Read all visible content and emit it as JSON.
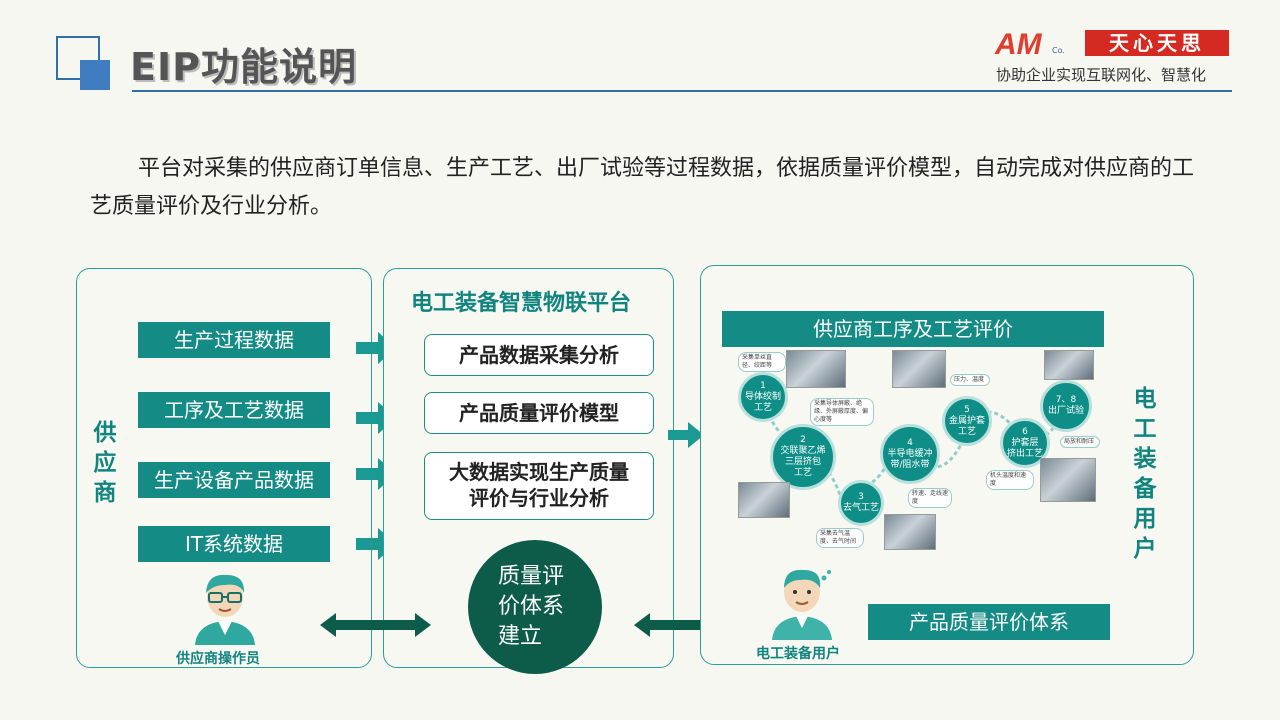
{
  "header": {
    "title": "EIP功能说明",
    "logo_mark": "AM",
    "logo_cn": "天心天思",
    "slogan": "协助企业实现互联网化、智慧化"
  },
  "intro": "平台对采集的供应商订单信息、生产工艺、出厂试验等过程数据，依据质量评价模型，自动完成对供应商的工艺质量评价及行业分析。",
  "supplier_panel": {
    "label": "供应商",
    "items": [
      "生产过程数据",
      "工序及工艺数据",
      "生产设备产品数据",
      "IT系统数据"
    ],
    "person_caption": "供应商操作员"
  },
  "platform_panel": {
    "title": "电工装备智慧物联平台",
    "items": [
      "产品数据采集分析",
      "产品质量评价模型",
      "大数据实现生产质量\n评价与行业分析"
    ],
    "circle": "质量评\n价体系\n建立"
  },
  "user_panel": {
    "label": "电工装备用户",
    "flow_title": "供应商工序及工艺评价",
    "steps": [
      {
        "num": "1",
        "name": "导体绞制\n工艺"
      },
      {
        "num": "2",
        "name": "交联聚乙烯\n三层挤包\n工艺"
      },
      {
        "num": "3",
        "name": "去气工艺"
      },
      {
        "num": "4",
        "name": "半导电缓冲\n带/阻水带"
      },
      {
        "num": "5",
        "name": "金属护套\n工艺"
      },
      {
        "num": "6",
        "name": "护套层\n挤出工艺"
      },
      {
        "num": "7、8",
        "name": "出厂试验"
      }
    ],
    "tags": [
      "采集单丝直径、绞距等",
      "采集导体屏蔽、绝缘、外屏蔽厚度、偏心度等",
      "压力、温度",
      "转速、走线速度",
      "采集去气温度、去气时间",
      "机头温度和速度",
      "局放和耐压"
    ],
    "box": "产品质量评价体系",
    "person_caption": "电工装备用户"
  },
  "colors": {
    "teal": "#148b85",
    "dark_teal": "#0d5c4a",
    "blue": "#2f6fae",
    "red": "#d42a22"
  }
}
